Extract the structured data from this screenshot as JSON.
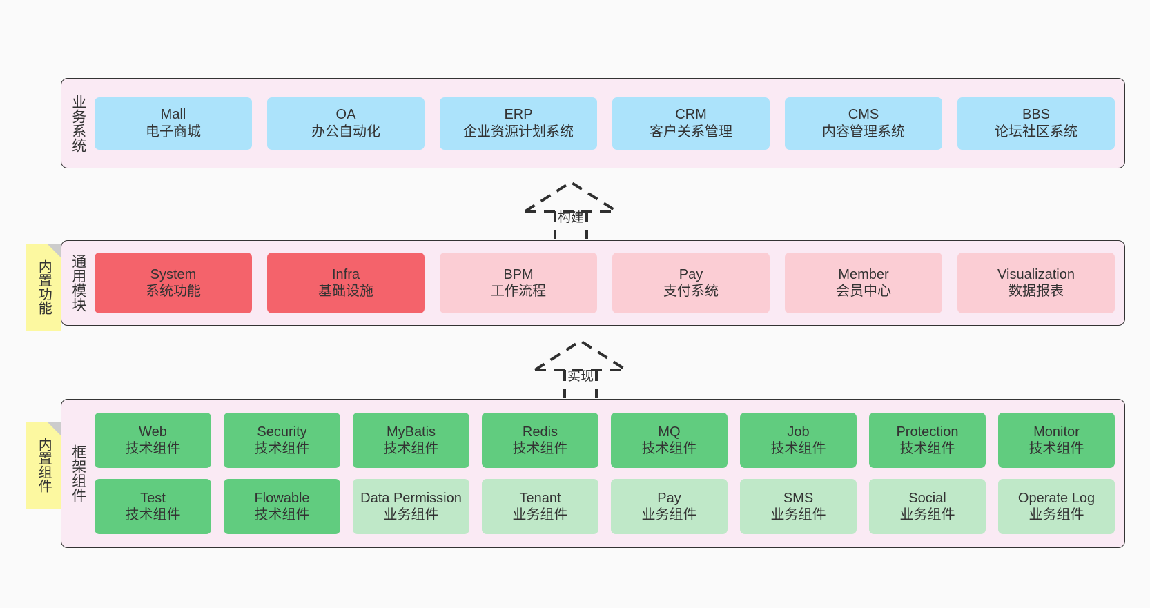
{
  "diagram": {
    "background": "#fafafa",
    "layer_bg": "#faeaf4",
    "note_bg": "#fcf8a0",
    "colors": {
      "business": "#ace3fb",
      "module_core": "#f4636b",
      "module_optional": "#fbcdd4",
      "tech_component": "#61cc7f",
      "biz_component": "#bfe8c8"
    }
  },
  "layers": {
    "business": {
      "title": "业务系统",
      "nodes": [
        {
          "name": "Mall",
          "desc": "电子商城"
        },
        {
          "name": "OA",
          "desc": "办公自动化"
        },
        {
          "name": "ERP",
          "desc": "企业资源计划系统"
        },
        {
          "name": "CRM",
          "desc": "客户关系管理"
        },
        {
          "name": "CMS",
          "desc": "内容管理系统"
        },
        {
          "name": "BBS",
          "desc": "论坛社区系统"
        }
      ]
    },
    "modules": {
      "title": "通用模块",
      "note": "内置功能",
      "nodes": [
        {
          "name": "System",
          "desc": "系统功能",
          "kind": "core"
        },
        {
          "name": "Infra",
          "desc": "基础设施",
          "kind": "core"
        },
        {
          "name": "BPM",
          "desc": "工作流程",
          "kind": "optional"
        },
        {
          "name": "Pay",
          "desc": "支付系统",
          "kind": "optional"
        },
        {
          "name": "Member",
          "desc": "会员中心",
          "kind": "optional"
        },
        {
          "name": "Visualization",
          "desc": "数据报表",
          "kind": "optional"
        }
      ]
    },
    "framework": {
      "title": "框架组件",
      "note": "内置组件",
      "row_tech": [
        {
          "name": "Web",
          "desc": "技术组件"
        },
        {
          "name": "Security",
          "desc": "技术组件"
        },
        {
          "name": "MyBatis",
          "desc": "技术组件"
        },
        {
          "name": "Redis",
          "desc": "技术组件"
        },
        {
          "name": "MQ",
          "desc": "技术组件"
        },
        {
          "name": "Job",
          "desc": "技术组件"
        },
        {
          "name": "Protection",
          "desc": "技术组件"
        },
        {
          "name": "Monitor",
          "desc": "技术组件"
        }
      ],
      "row_biz": [
        {
          "name": "Test",
          "desc": "技术组件",
          "kind": "tech"
        },
        {
          "name": "Flowable",
          "desc": "技术组件",
          "kind": "tech"
        },
        {
          "name": "Data Permission",
          "desc": "业务组件",
          "kind": "biz"
        },
        {
          "name": "Tenant",
          "desc": "业务组件",
          "kind": "biz"
        },
        {
          "name": "Pay",
          "desc": "业务组件",
          "kind": "biz"
        },
        {
          "name": "SMS",
          "desc": "业务组件",
          "kind": "biz"
        },
        {
          "name": "Social",
          "desc": "业务组件",
          "kind": "biz"
        },
        {
          "name": "Operate Log",
          "desc": "业务组件",
          "kind": "biz"
        }
      ]
    }
  },
  "arrows": [
    {
      "label": "构建"
    },
    {
      "label": "实现"
    }
  ]
}
